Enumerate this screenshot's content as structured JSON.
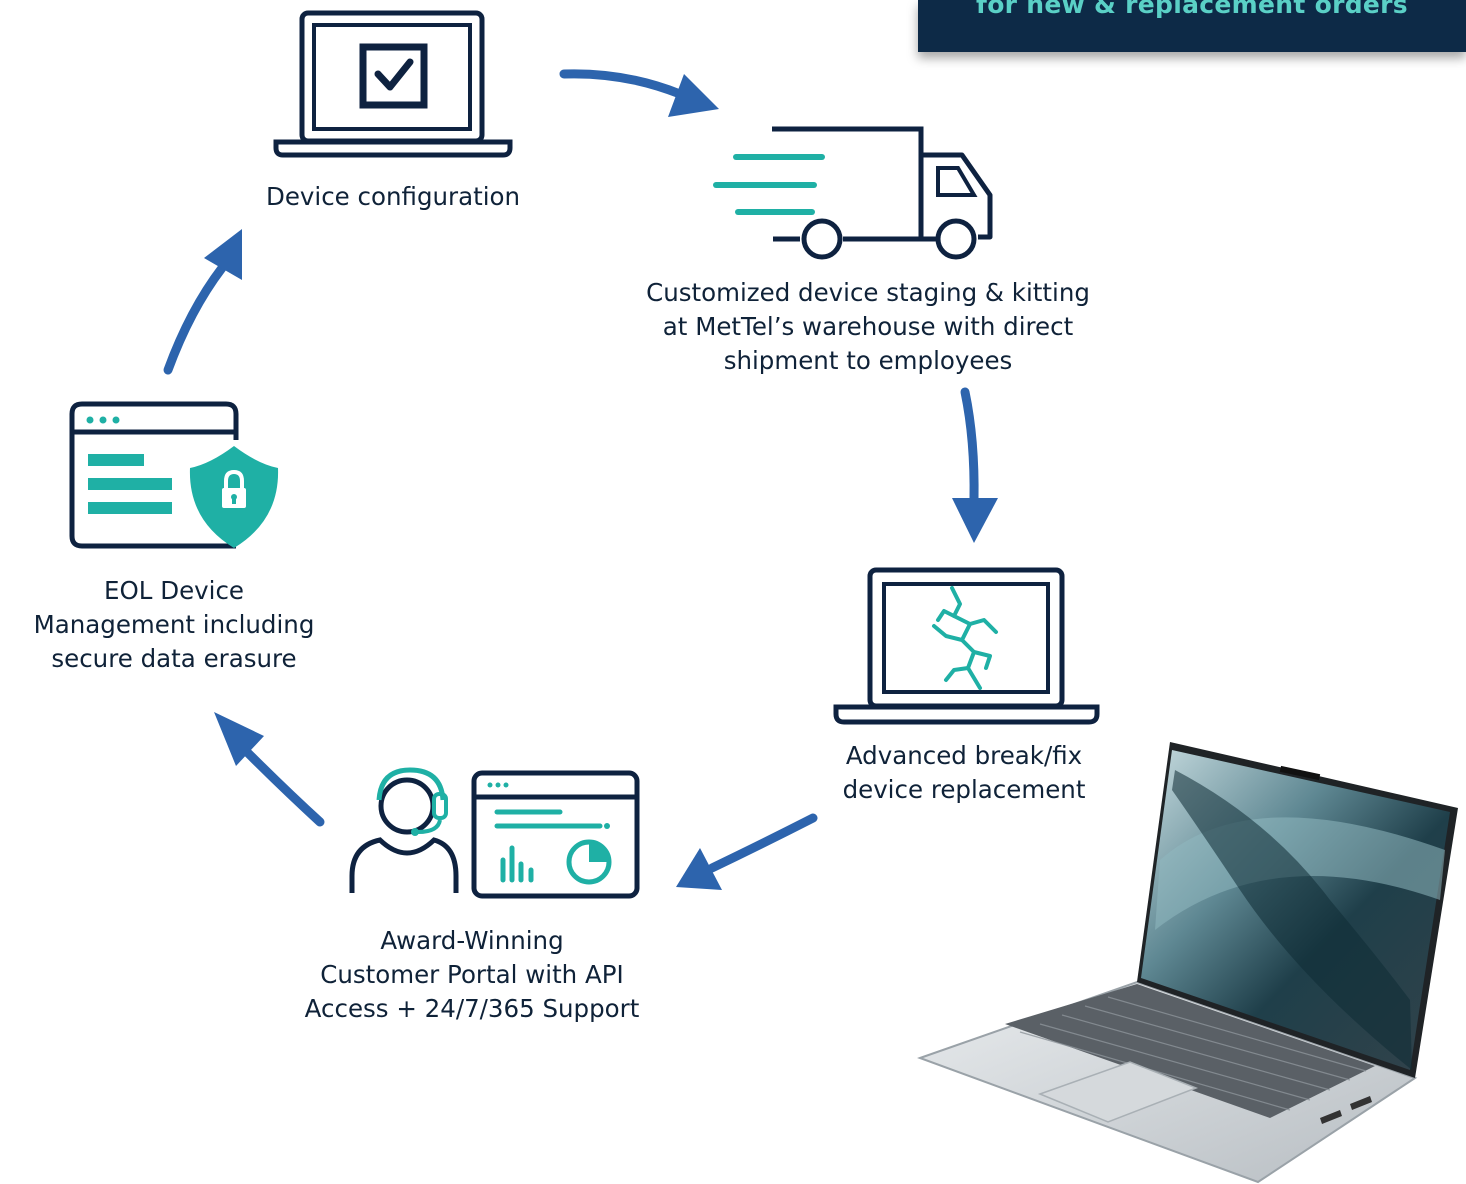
{
  "banner": {
    "text": "for new & replacement orders"
  },
  "steps": {
    "device_configuration": {
      "lines": [
        "Device configuration"
      ],
      "icon": "laptop-checkbox-icon"
    },
    "staging_kitting": {
      "lines": [
        "Customized device staging & kitting",
        "at MetTel’s warehouse with direct",
        "shipment to employees"
      ],
      "icon": "delivery-truck-icon"
    },
    "break_fix": {
      "lines": [
        "Advanced break/fix",
        "device replacement"
      ],
      "icon": "cracked-laptop-icon"
    },
    "customer_portal": {
      "lines": [
        "Award-Winning",
        "Customer Portal with API",
        "Access + 24/7/365 Support"
      ],
      "icon": "support-agent-dashboard-icon"
    },
    "eol_management": {
      "lines": [
        "EOL Device",
        "Management including",
        "secure data erasure"
      ],
      "icon": "browser-shield-lock-icon"
    }
  },
  "photo": {
    "icon": "laptop-photo"
  },
  "colors": {
    "navy": "#0e2240",
    "teal": "#1fb0a5",
    "arrow_blue": "#2d64ad",
    "banner_bg": "#0d2a47",
    "banner_text": "#5ad0c6"
  }
}
